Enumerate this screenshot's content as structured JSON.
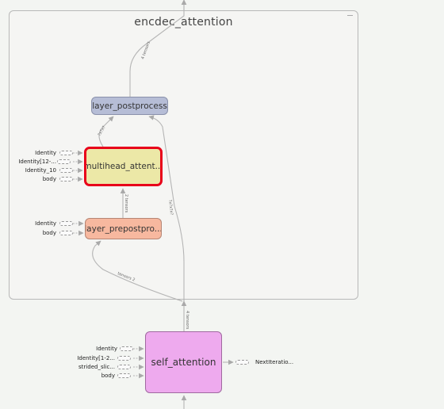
{
  "group": {
    "title": "encdec_attention"
  },
  "nodes": {
    "layer_postprocess": "layer_postprocess",
    "multihead_attention": "multihead_attent...",
    "layer_prepostprocess": "layer_prepostpro...",
    "self_attention": "self_attention"
  },
  "mha_inputs": [
    "Identity",
    "Identity[12-...",
    "Identity_10",
    "body"
  ],
  "pre_inputs": [
    "Identity",
    "body"
  ],
  "self_inputs": [
    "Identity",
    "Identity[1-2...",
    "strided_slic...",
    "body"
  ],
  "self_output": "NextIteratio...",
  "edge_labels": {
    "top_out": "4 tensors",
    "mha_to_post": "?x?x?",
    "pre_to_mha": "2 tensors",
    "self_to_post": "?x?x?x?",
    "self_to_pre": "tensors 2",
    "self_in": "4 tensors"
  },
  "colors": {
    "postprocess": "#b6bdd6",
    "multihead": "#ece8a7",
    "selected_border": "#e8001a",
    "prepostprocess": "#f7b89f",
    "self_attention": "#eeaaee"
  }
}
